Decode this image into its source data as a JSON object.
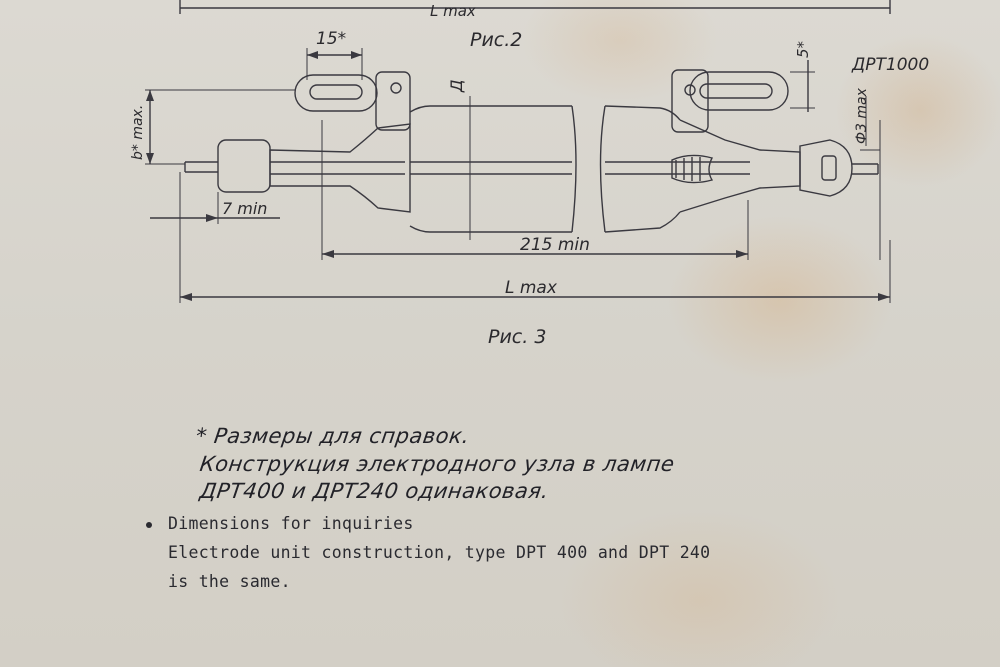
{
  "figure": {
    "caption_top": "Рис.2",
    "caption_bottom": "Рис. 3",
    "model_label": "ДРТ1000",
    "dim_15": "15*",
    "dim_5": "5*",
    "dim_b": "b* max.",
    "dim_d": "Д",
    "dim_7": "7 min",
    "dim_215": "215 min",
    "dim_L": "L max",
    "dim_phi": "Ф3 max",
    "top_partial": "L max"
  },
  "ru_note": {
    "line1": "* Размеры для справок.",
    "line2": "Конструкция электродного узла в лампе",
    "line3": "ДРТ400 и ДРТ240 одинаковая."
  },
  "en_note": {
    "line1": "Dimensions for inquiries",
    "line2": "Electrode unit construction, type DPT 400 and DPT 240",
    "line3": "is the same."
  }
}
